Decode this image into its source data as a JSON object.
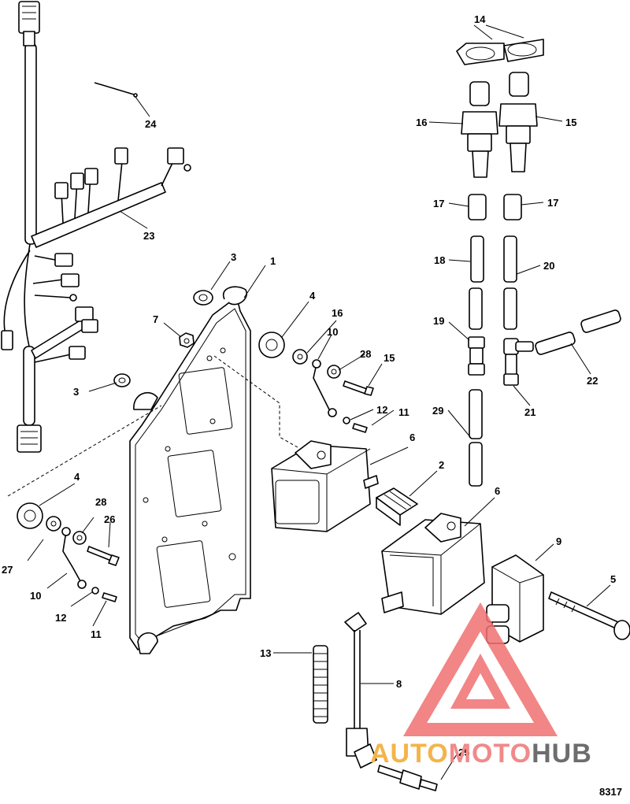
{
  "diagram": {
    "callouts": [
      "1",
      "2",
      "3",
      "3",
      "4",
      "4",
      "5",
      "6",
      "6",
      "7",
      "8",
      "9",
      "10",
      "10",
      "11",
      "11",
      "12",
      "12",
      "13",
      "14",
      "15",
      "15",
      "16",
      "16",
      "17",
      "17",
      "18",
      "19",
      "20",
      "21",
      "22",
      "23",
      "24",
      "25",
      "26",
      "27",
      "28",
      "28",
      "29"
    ],
    "figure_code": "8317"
  },
  "watermark": {
    "text_a": "AUTO",
    "text_b": "MOTO",
    "text_c": "HUB",
    "color_a": "#f4b44a",
    "color_b": "#f08a8a",
    "color_c": "#6d6d6d",
    "logo_color": "#f07070"
  }
}
